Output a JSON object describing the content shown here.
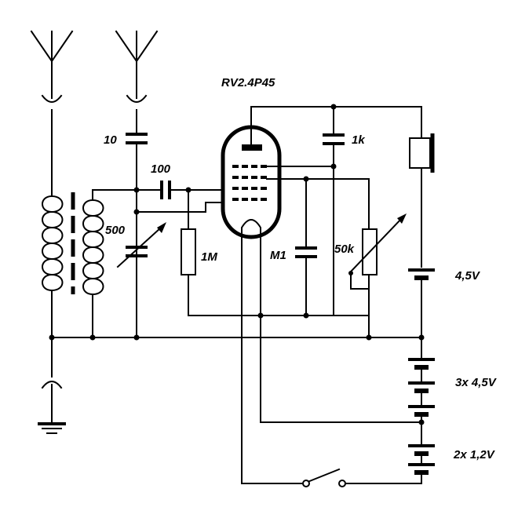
{
  "tube": {
    "label": "RV2.4P45"
  },
  "components": {
    "c_antenna": "10",
    "c_coupling": "100",
    "c_variable": "500",
    "r_grid": "1M",
    "c_screen": "M1",
    "r_feedback": "1k",
    "pot": "50k"
  },
  "batteries": {
    "anode": "4,5V",
    "bias": "3x 4,5V",
    "heater": "2x 1,2V"
  },
  "colors": {
    "ink": "#000000",
    "background": "#ffffff"
  }
}
